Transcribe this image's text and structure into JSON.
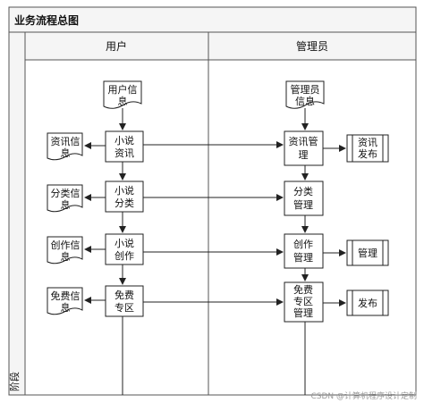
{
  "diagram": {
    "title": "业务流程总图",
    "phase_label": "阶段",
    "lanes": {
      "user": "用户",
      "admin": "管理员"
    },
    "docs_top": {
      "user_info": [
        "用户信",
        "息"
      ],
      "admin_info": [
        "管理员",
        "信息"
      ]
    },
    "left_docs": [
      [
        "资讯信",
        "息"
      ],
      [
        "分类信",
        "息"
      ],
      [
        "创作信",
        "息"
      ],
      [
        "免费信",
        "息"
      ]
    ],
    "user_processes": [
      [
        "小说",
        "资讯"
      ],
      [
        "小说",
        "分类"
      ],
      [
        "小说",
        "创作"
      ],
      [
        "免费",
        "专区"
      ]
    ],
    "admin_processes": [
      [
        "资讯管",
        "理"
      ],
      [
        "分类",
        "管理"
      ],
      [
        "创作",
        "管理"
      ],
      [
        "免费",
        "专区",
        "管理"
      ]
    ],
    "right_boxes": [
      [
        "资讯",
        "发布"
      ],
      [
        "管理"
      ],
      [
        "发布"
      ]
    ],
    "watermark": "CSDN @计算机程序设计定制"
  }
}
